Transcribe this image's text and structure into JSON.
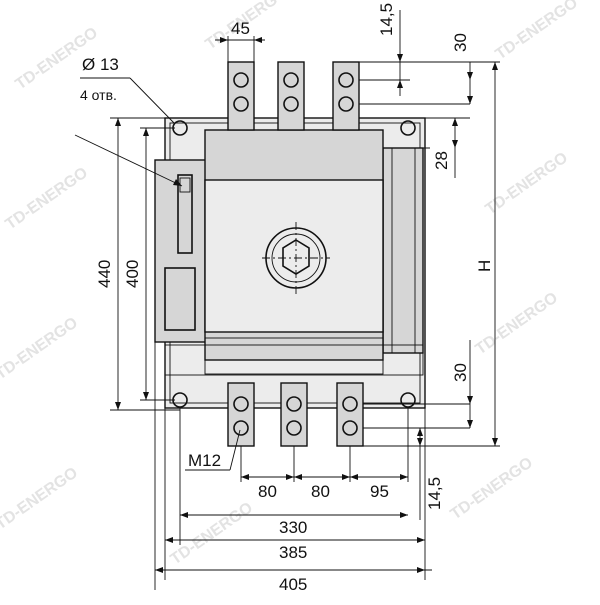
{
  "watermark": "TD-ENERGO",
  "dimensions": {
    "terminal_pitch": "45",
    "upper_offset": "14,5",
    "upper_terminal": "30",
    "bracket_offset": "28",
    "lower_terminal": "30",
    "lower_offset": "14,5",
    "hole_label": "Ø 13",
    "hole_count": "4 отв.",
    "bolt": "M12",
    "height_outer": "440",
    "height_inner": "400",
    "height_total": "H",
    "spacing_1": "80",
    "spacing_2": "80",
    "spacing_3": "95",
    "width_330": "330",
    "width_385": "385",
    "width_405": "405"
  }
}
